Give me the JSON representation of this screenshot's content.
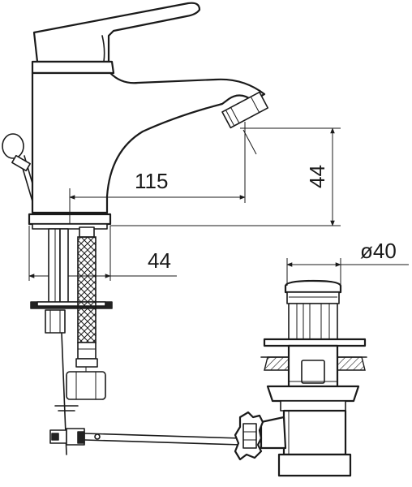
{
  "dimensions": {
    "spout_reach": "115",
    "spout_height": "44",
    "base_width": "44",
    "drain_diameter": "ø40"
  }
}
